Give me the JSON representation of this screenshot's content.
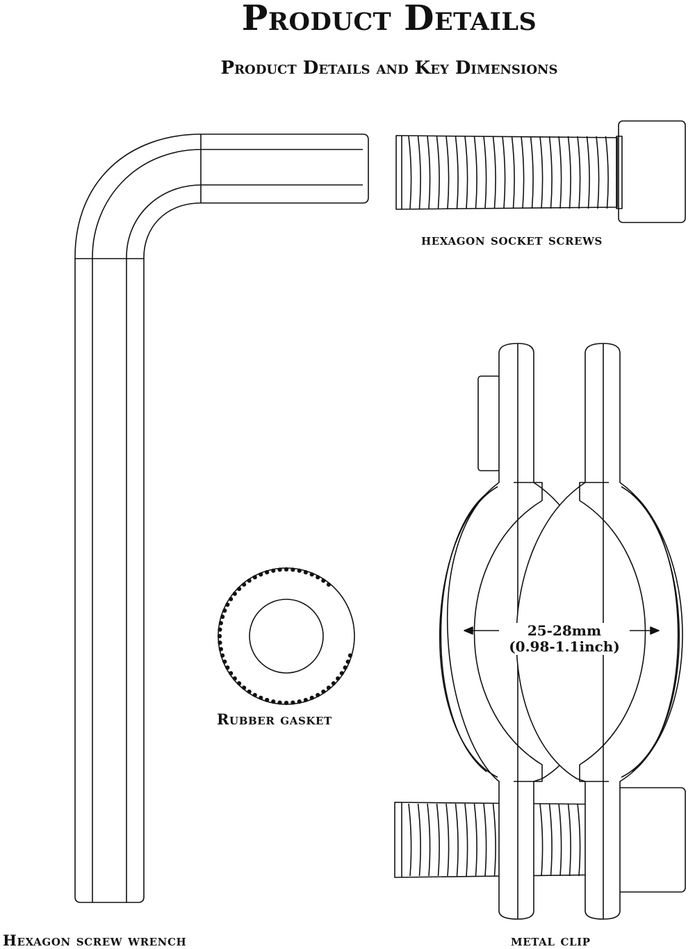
{
  "header": {
    "title": "Product Details",
    "subtitle": "Product Details and Key Dimensions"
  },
  "parts": {
    "screws_label": "hexagon socket screws",
    "wrench_label": "Hexagon screw wrench",
    "gasket_label": "Rubber gasket",
    "clip_label": "metal clip"
  },
  "dimension": {
    "metric": "25-28mm",
    "imperial": "(0.98-1.1inch)"
  },
  "colors": {
    "line": "#111111",
    "background": "#ffffff"
  }
}
